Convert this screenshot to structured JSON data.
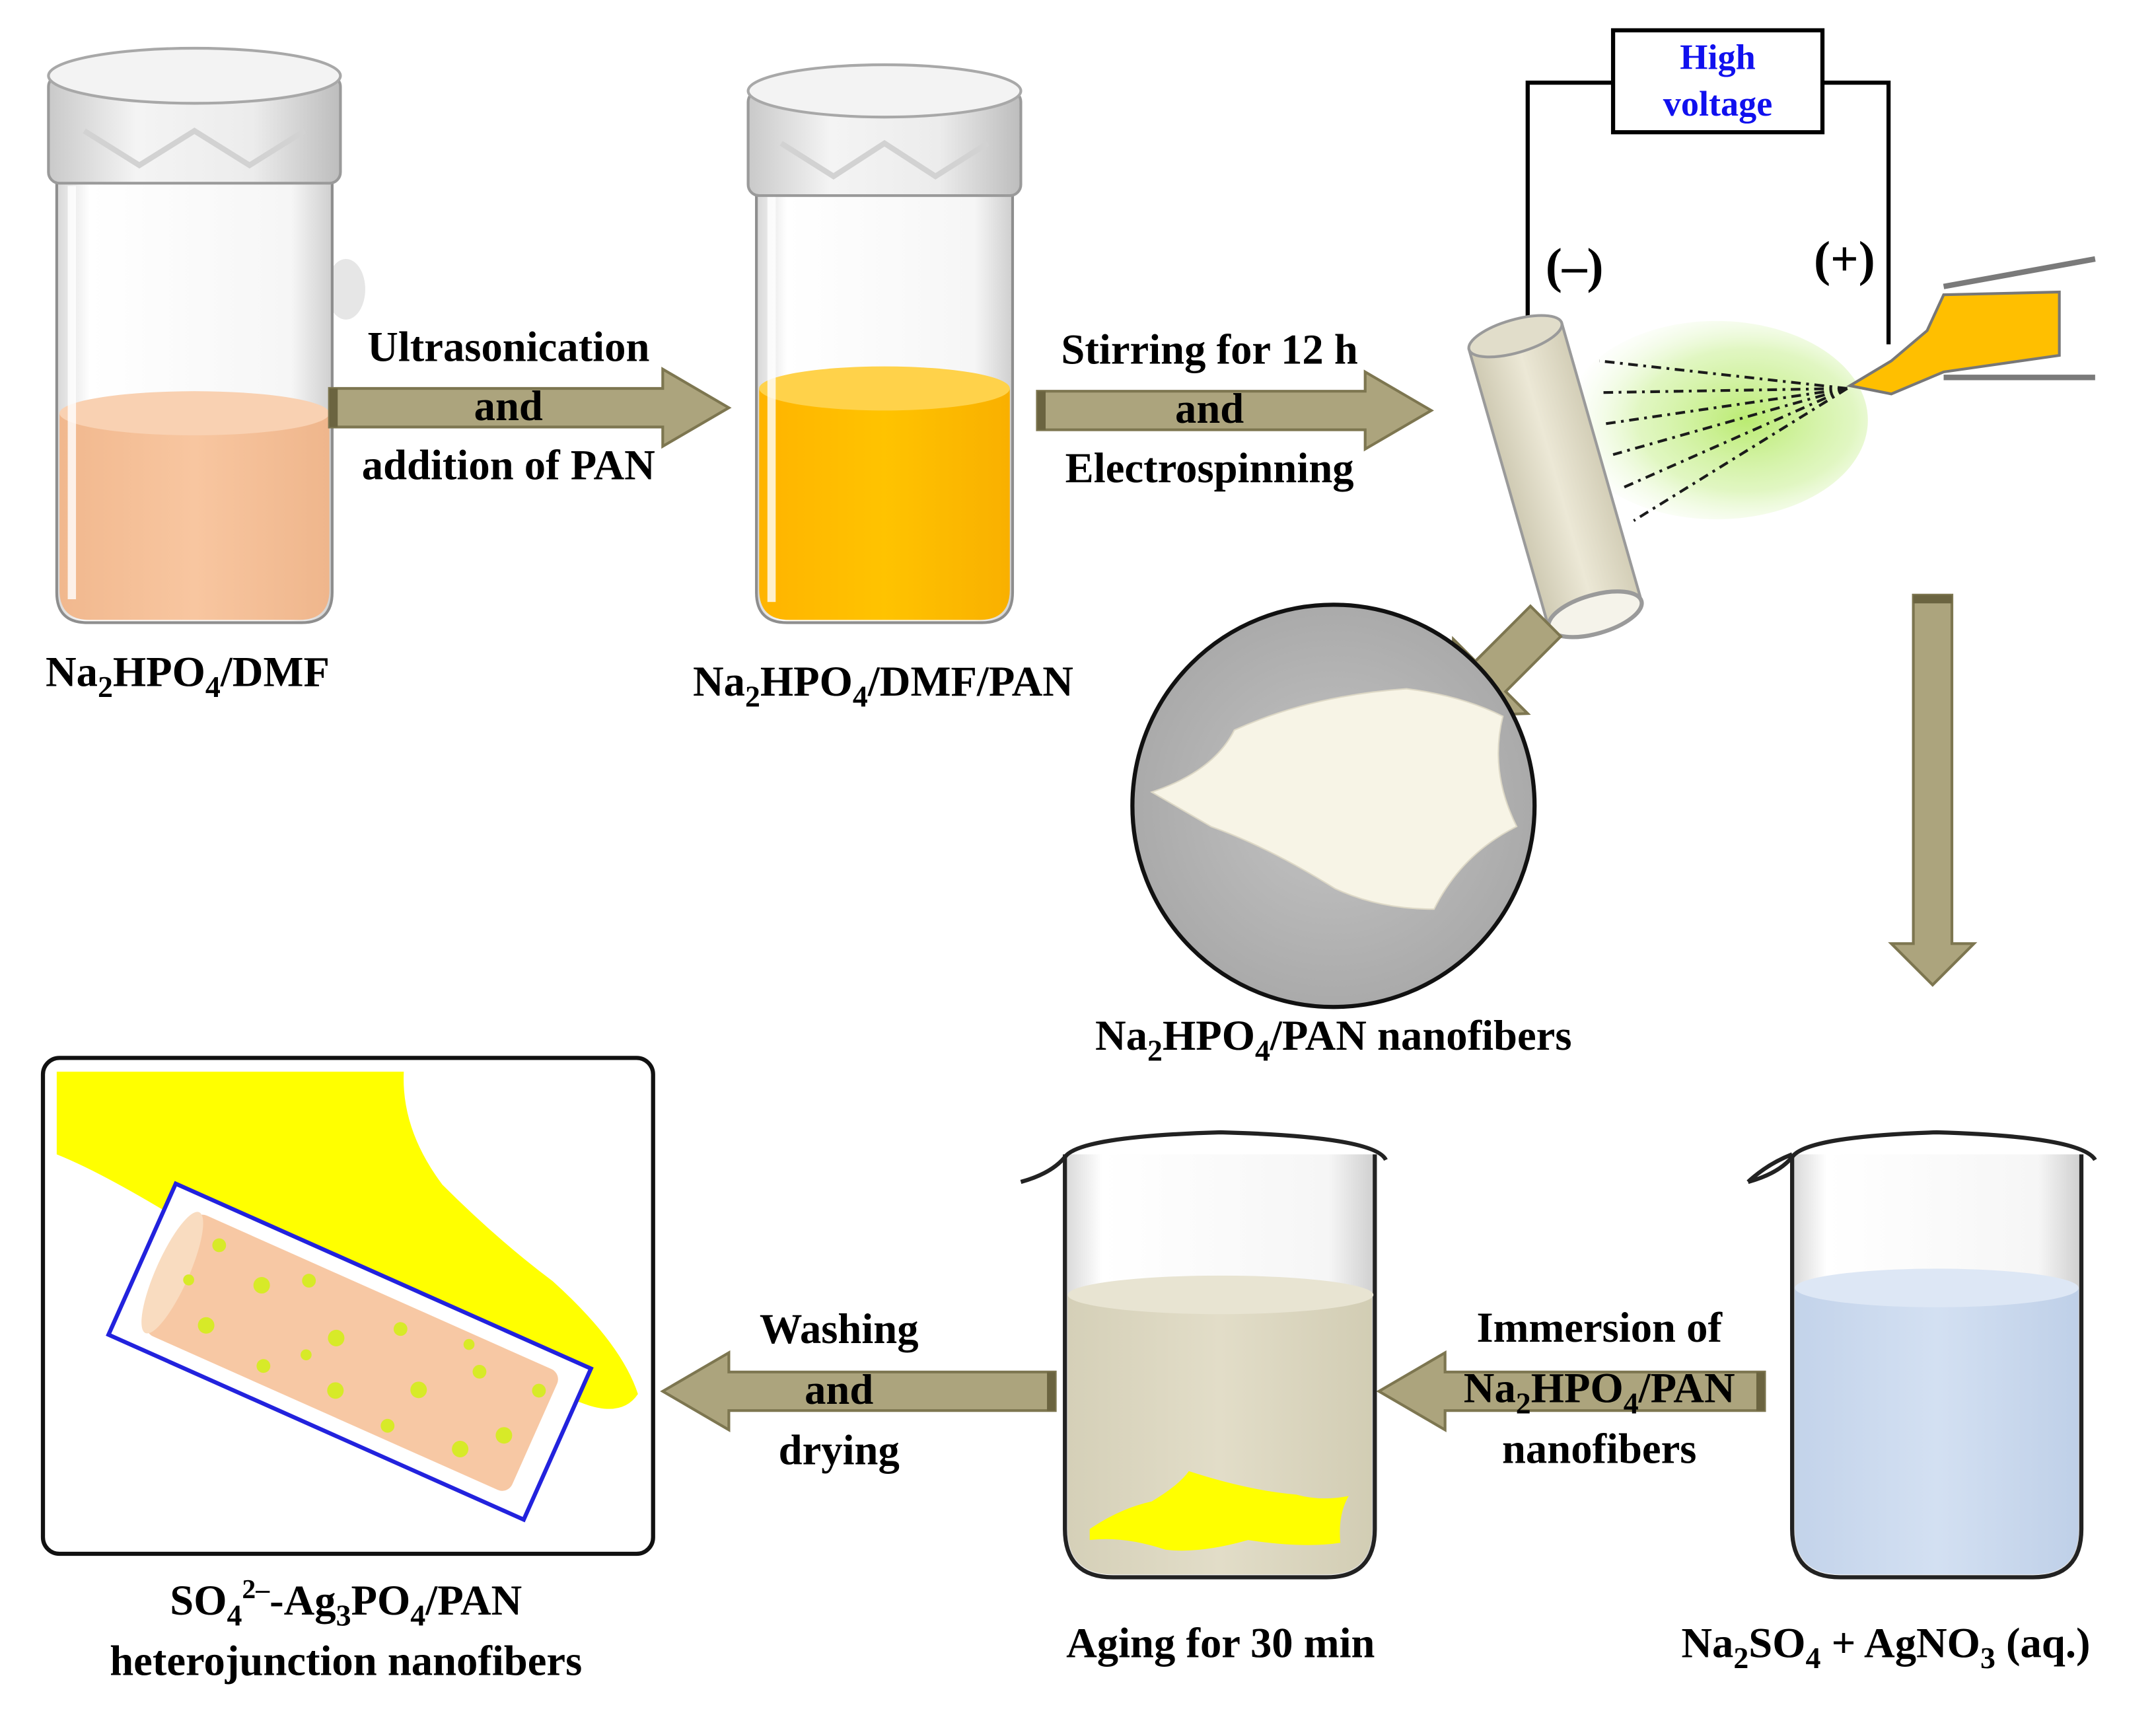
{
  "colors": {
    "arrow_fill": "#aca47d",
    "arrow_dark": "#6b6440",
    "solution_peach": "#f7c29a",
    "solution_yellow": "#ffbf00",
    "voltage_text": "#1010ee",
    "collector": "#e8e4d2",
    "nanofiber_mat": "#f7f4e6",
    "aged_beaker_liquid": "#ddd8c2",
    "silver_solution": "#cddcf0",
    "heterojunction_yellow": "#ffff00",
    "heterojunction_frame": "#2222dd",
    "fiber_peach": "#f7c8a4",
    "particle_green": "#d7ea28"
  },
  "vial1": {
    "label_a": "Na",
    "label_sub1": "2",
    "label_b": "HPO",
    "label_sub2": "4",
    "label_c": "/DMF"
  },
  "step1": {
    "line1": "Ultrasonication",
    "line2": "and",
    "line3": "addition of PAN"
  },
  "vial2": {
    "label_a": "Na",
    "label_sub1": "2",
    "label_b": "HPO",
    "label_sub2": "4",
    "label_c": "/DMF/PAN"
  },
  "step2": {
    "line1": "Stirring for 12 h",
    "line2": "and",
    "line3": "Electrospinning"
  },
  "electrospinning": {
    "supply_line1": "High",
    "supply_line2": "voltage",
    "negative_sign": "(–)",
    "positive_sign": "(+)"
  },
  "nanofibers": {
    "label_a": "Na",
    "label_sub1": "2",
    "label_b": "HPO",
    "label_sub2": "4",
    "label_c": "/PAN nanofibers"
  },
  "beaker_right": {
    "label_a": "Na",
    "label_sub1": "2",
    "label_b": "SO",
    "label_sub2": "4",
    "label_c": " + AgNO",
    "label_sub3": "3",
    "label_d": " (aq.)"
  },
  "step3": {
    "line1": "Immersion of",
    "line2_a": "Na",
    "line2_sub1": "2",
    "line2_b": "HPO",
    "line2_sub2": "4",
    "line2_c": "/PAN",
    "line3": "nanofibers"
  },
  "beaker_middle": {
    "label": "Aging for 30 min"
  },
  "step4": {
    "line1": "Washing",
    "line2": "and",
    "line3": "drying"
  },
  "product": {
    "line1_a": "SO",
    "line1_sub": "4",
    "line1_sup": "2–",
    "line1_b": "-Ag",
    "line1_sub2": "3",
    "line1_c": "PO",
    "line1_sub3": "4",
    "line1_d": "/PAN",
    "line2": "heterojunction nanofibers"
  }
}
